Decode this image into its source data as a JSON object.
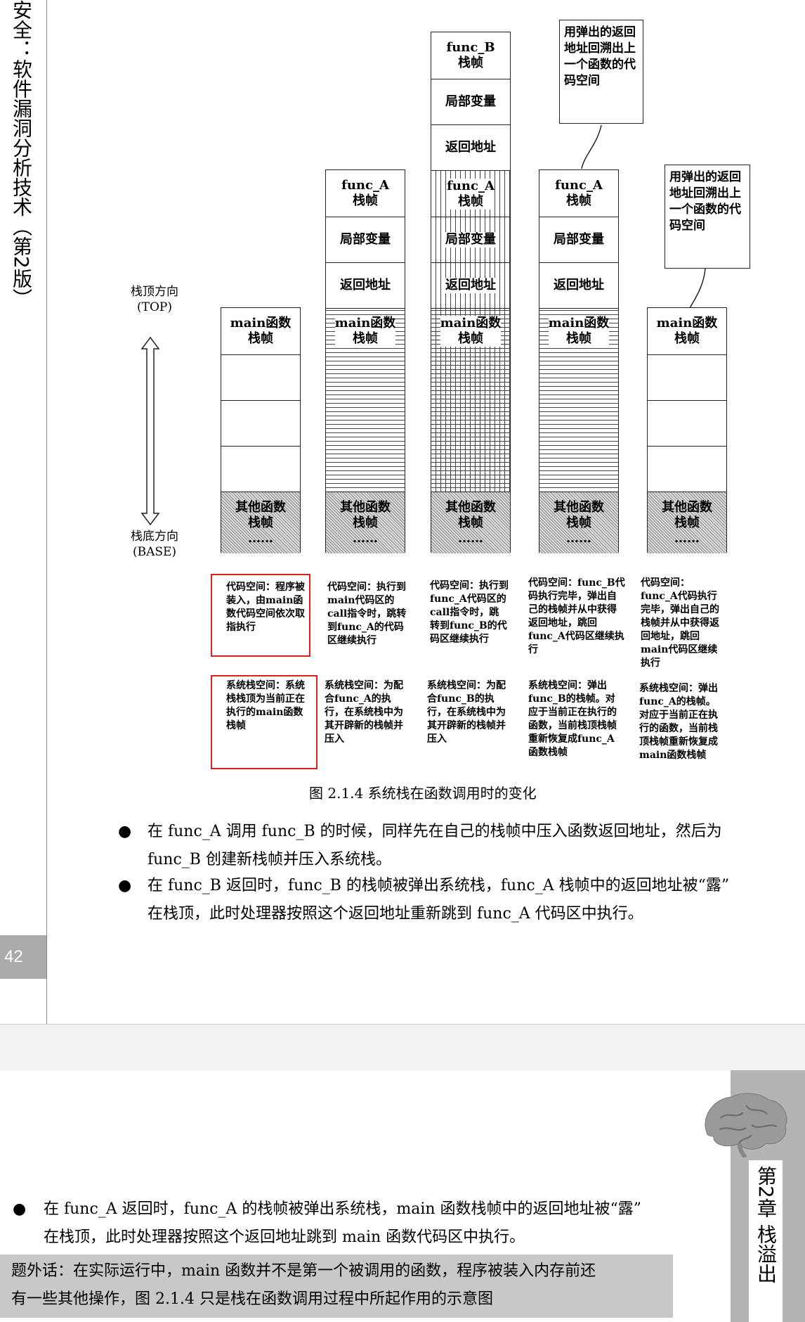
{
  "side": {
    "book_title": "安全：软件漏洞分析技术（第2版）",
    "page_number": "42"
  },
  "diagram": {
    "axis": {
      "top_label": "栈顶方向",
      "top_sub": "(TOP)",
      "bottom_label": "栈底方向",
      "bottom_sub": "(BASE)"
    },
    "labels": {
      "main_frame_1": "main函数",
      "main_frame_2": "栈帧",
      "func_a_1": "func_A",
      "func_a_2": "栈帧",
      "func_b_1": "func_B",
      "func_b_2": "栈帧",
      "local_vars": "局部变量",
      "ret_addr": "返回地址",
      "other_1": "其他函数",
      "other_2": "栈帧",
      "other_3": "……"
    },
    "callouts": [
      "用弹出的返回地址回溯出上一个函数的代码空间",
      "用弹出的返回地址回溯出上一个函数的代码空间"
    ],
    "code_space": [
      "代码空间：程序被装入，由main函数代码空间依次取指执行",
      "代码空间：执行到main代码区的call指令时，跳转到func_A的代码区继续执行",
      "代码空间：执行到func_A代码区的call指令时，跳转到func_B的代码区继续执行",
      "代码空间：func_B代码执行完毕，弹出自己的栈帧并从中获得返回地址，跳回func_A代码区继续执行",
      "代码空间：func_A代码执行完毕，弹出自己的栈帧并从中获得返回地址，跳回main代码区继续执行"
    ],
    "stack_space": [
      "系统栈空间：系统栈栈顶为当前正在执行的main函数栈帧",
      "系统栈空间：为配合func_A的执行，在系统栈中为其开辟新的栈帧并压入",
      "系统栈空间：为配合func_B的执行，在系统栈中为其开辟新的栈帧并压入",
      "系统栈空间：弹出func_B的栈帧。对应于当前正在执行的函数，当前栈顶栈帧重新恢复成func_A函数栈帧",
      "系统栈空间：弹出func_A的栈帧。对应于当前正在执行的函数，当前栈顶栈帧重新恢复成main函数栈帧"
    ],
    "caption": "图 2.1.4    系统栈在函数调用时的变化"
  },
  "page1_bullets": [
    {
      "line1": "在  func_A  调用  func_B  的时候，同样先在自己的栈帧中压入函数返回地址，然后为",
      "line2": "func_B 创建新栈帧并压入系统栈。"
    },
    {
      "line1": "在 func_B 返回时，func_B 的栈帧被弹出系统栈，func_A 栈帧中的返回地址被“露”",
      "line2": "在栈顶，此时处理器按照这个返回地址重新跳到 func_A 代码区中执行。"
    }
  ],
  "page2": {
    "bullet": {
      "line1": "在 func_A 返回时，func_A 的栈帧被弹出系统栈，main 函数栈帧中的返回地址被“露”",
      "line2": "在栈顶，此时处理器按照这个返回地址跳到 main 函数代码区中执行。"
    },
    "aside_line1": "题外话：在实际运行中，main 函数并不是第一个被调用的函数，程序被装入内存前还",
    "aside_line2": "有一些其他操作，图 2.1.4 只是栈在函数调用过程中所起作用的示意图",
    "chapter_tab": "第2章  栈溢出"
  },
  "bullet_glyph": "●"
}
